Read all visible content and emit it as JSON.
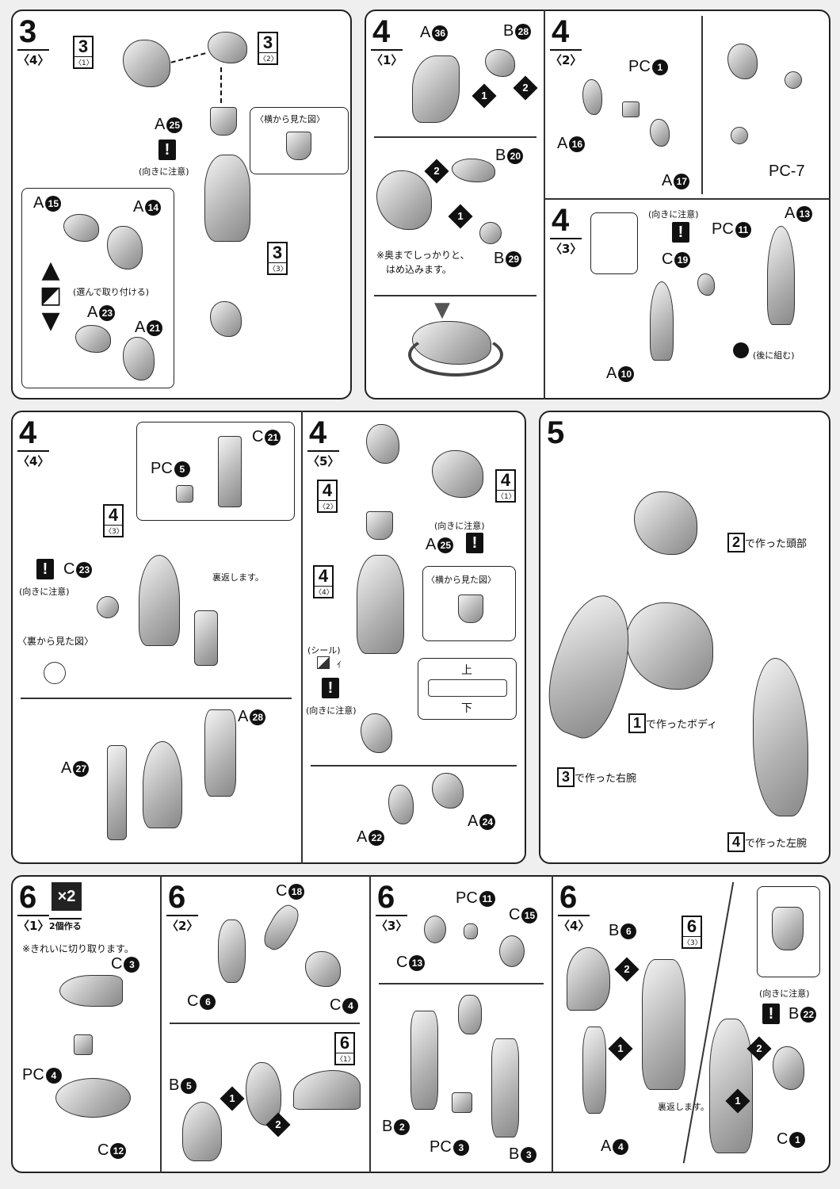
{
  "s34": {
    "step": "3",
    "sub": "〈4〉",
    "refs": [
      {
        "n": "3",
        "s": "〈1〉"
      },
      {
        "n": "3",
        "s": "〈2〉"
      },
      {
        "n": "3",
        "s": "〈3〉"
      }
    ],
    "labels": [
      {
        "p": "A",
        "n": "25"
      },
      {
        "p": "A",
        "n": "15"
      },
      {
        "p": "A",
        "n": "14"
      },
      {
        "p": "A",
        "n": "23"
      },
      {
        "p": "A",
        "n": "21"
      }
    ],
    "side_view": "〈横から見た図〉",
    "caution": "(向きに注意)",
    "choose": "(選んで取り付ける)",
    "caution_icon": "!"
  },
  "s41": {
    "step": "4",
    "sub": "〈1〉",
    "labels": [
      {
        "p": "A",
        "n": "36"
      },
      {
        "p": "B",
        "n": "28"
      },
      {
        "p": "B",
        "n": "20"
      },
      {
        "p": "B",
        "n": "29"
      }
    ],
    "order": [
      "1",
      "2",
      "2",
      "1"
    ],
    "note1": "※奥までしっかりと、",
    "note2": "はめ込みます。"
  },
  "s42": {
    "step": "4",
    "sub": "〈2〉",
    "labels": [
      {
        "p": "PC",
        "n": "1"
      },
      {
        "p": "A",
        "n": "16"
      },
      {
        "p": "A",
        "n": "17"
      }
    ],
    "pc7": "PC-7"
  },
  "s43": {
    "step": "4",
    "sub": "〈3〉",
    "labels": [
      {
        "p": "PC",
        "n": "11"
      },
      {
        "p": "A",
        "n": "13"
      },
      {
        "p": "C",
        "n": "19"
      },
      {
        "p": "A",
        "n": "10"
      }
    ],
    "caution": "(向きに注意)",
    "later": "(後に組む)"
  },
  "s44": {
    "step": "4",
    "sub": "〈4〉",
    "ref": {
      "n": "4",
      "s": "〈3〉"
    },
    "labels": [
      {
        "p": "PC",
        "n": "5"
      },
      {
        "p": "C",
        "n": "21"
      },
      {
        "p": "C",
        "n": "23"
      },
      {
        "p": "A",
        "n": "28"
      },
      {
        "p": "A",
        "n": "27"
      }
    ],
    "caution": "(向きに注意)",
    "back_view": "〈裏から見た図〉",
    "flip": "裏返します。"
  },
  "s45": {
    "step": "4",
    "sub": "〈5〉",
    "refs": [
      {
        "n": "4",
        "s": "〈1〉"
      },
      {
        "n": "4",
        "s": "〈2〉"
      },
      {
        "n": "4",
        "s": "〈4〉"
      }
    ],
    "labels": [
      {
        "p": "A",
        "n": "25"
      },
      {
        "p": "A",
        "n": "24"
      },
      {
        "p": "A",
        "n": "22"
      }
    ],
    "caution": "(向きに注意)",
    "side_view": "〈横から見た図〉",
    "seal": "(シール)",
    "seal_i": "ｲ",
    "up": "上",
    "down": "下"
  },
  "s5": {
    "step": "5",
    "head": {
      "n": "2",
      "t": "で作った頭部"
    },
    "body": {
      "n": "1",
      "t": "で作ったボディ"
    },
    "rarm": {
      "n": "3",
      "t": "で作った右腕"
    },
    "larm": {
      "n": "4",
      "t": "で作った左腕"
    }
  },
  "s61": {
    "step": "6",
    "sub": "〈1〉",
    "times": "×2",
    "make2": "2個作る",
    "note": "※きれいに切り取ります。",
    "labels": [
      {
        "p": "C",
        "n": "3"
      },
      {
        "p": "PC",
        "n": "4"
      },
      {
        "p": "C",
        "n": "12"
      }
    ]
  },
  "s62": {
    "step": "6",
    "sub": "〈2〉",
    "ref": {
      "n": "6",
      "s": "〈1〉"
    },
    "labels": [
      {
        "p": "C",
        "n": "18"
      },
      {
        "p": "C",
        "n": "6"
      },
      {
        "p": "C",
        "n": "4"
      },
      {
        "p": "B",
        "n": "5"
      }
    ],
    "order": [
      "1",
      "2"
    ]
  },
  "s63": {
    "step": "6",
    "sub": "〈3〉",
    "labels": [
      {
        "p": "PC",
        "n": "11"
      },
      {
        "p": "C",
        "n": "15"
      },
      {
        "p": "C",
        "n": "13"
      },
      {
        "p": "B",
        "n": "2"
      },
      {
        "p": "PC",
        "n": "3"
      },
      {
        "p": "B",
        "n": "3"
      }
    ]
  },
  "s64": {
    "step": "6",
    "sub": "〈4〉",
    "ref": {
      "n": "6",
      "s": "〈3〉"
    },
    "labels": [
      {
        "p": "B",
        "n": "6"
      },
      {
        "p": "B",
        "n": "22"
      },
      {
        "p": "A",
        "n": "4"
      },
      {
        "p": "C",
        "n": "1"
      }
    ],
    "caution": "(向きに注意)",
    "flip": "裏返します。",
    "order": [
      "2",
      "1",
      "2",
      "1"
    ]
  }
}
